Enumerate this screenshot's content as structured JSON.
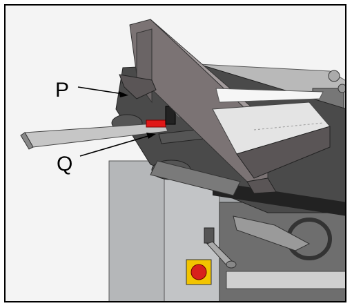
{
  "figure": {
    "callouts": [
      {
        "id": "P",
        "label": "P"
      },
      {
        "id": "Q",
        "label": "Q"
      }
    ],
    "colors": {
      "background": "#f4f4f4",
      "metal_dark": "#5a5556",
      "metal_mid": "#8a8788",
      "metal_light": "#c9c9c9",
      "table_top": "#3a3a3a",
      "emergency_red": "#d8201c",
      "emergency_yellow": "#f2c400",
      "marker_red": "#e01818"
    }
  }
}
